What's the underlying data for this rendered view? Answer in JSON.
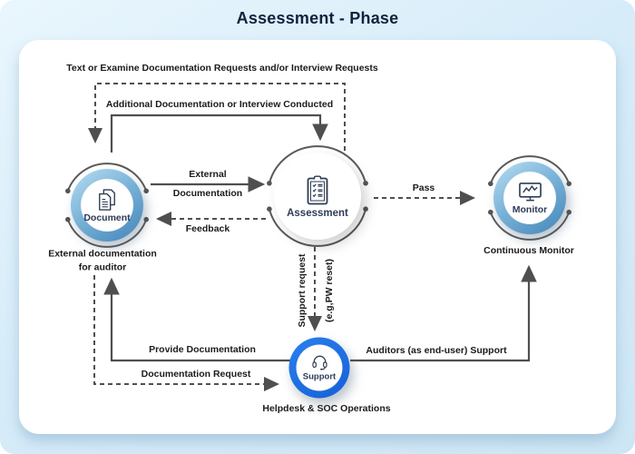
{
  "header": {
    "title": "Assessment - Phase"
  },
  "nodes": {
    "document": {
      "label": "Document",
      "caption": "External documentation\nfor auditor"
    },
    "assessment": {
      "label": "Assessment"
    },
    "monitor": {
      "label": "Monitor",
      "caption": "Continuous Monitor"
    },
    "support": {
      "label": "Support",
      "caption": "Helpdesk & SOC Operations"
    }
  },
  "edges": {
    "text_or_examine": "Text or Examine Documentation Requests and/or Interview Requests",
    "additional_documentation": "Additional Documentation or Interview Conducted",
    "external_documentation_line1": "External",
    "external_documentation_line2": "Documentation",
    "feedback": "Feedback",
    "pass": "Pass",
    "support_request_line1": "Support request",
    "support_request_line2": "(e.g,PW reset)",
    "provide_documentation": "Provide Documentation",
    "documentation_request": "Documentation Request",
    "auditors_support": "Auditors (as end-user) Support"
  },
  "colors": {
    "background_blue": "#d7ecf9",
    "card_white": "#ffffff",
    "ring_blue": "#7cb4d9",
    "support_ring_blue": "#1e6fe0",
    "line_gray": "#4f4f4f",
    "text_dark": "#1b1b1b",
    "title_navy": "#12223f"
  }
}
